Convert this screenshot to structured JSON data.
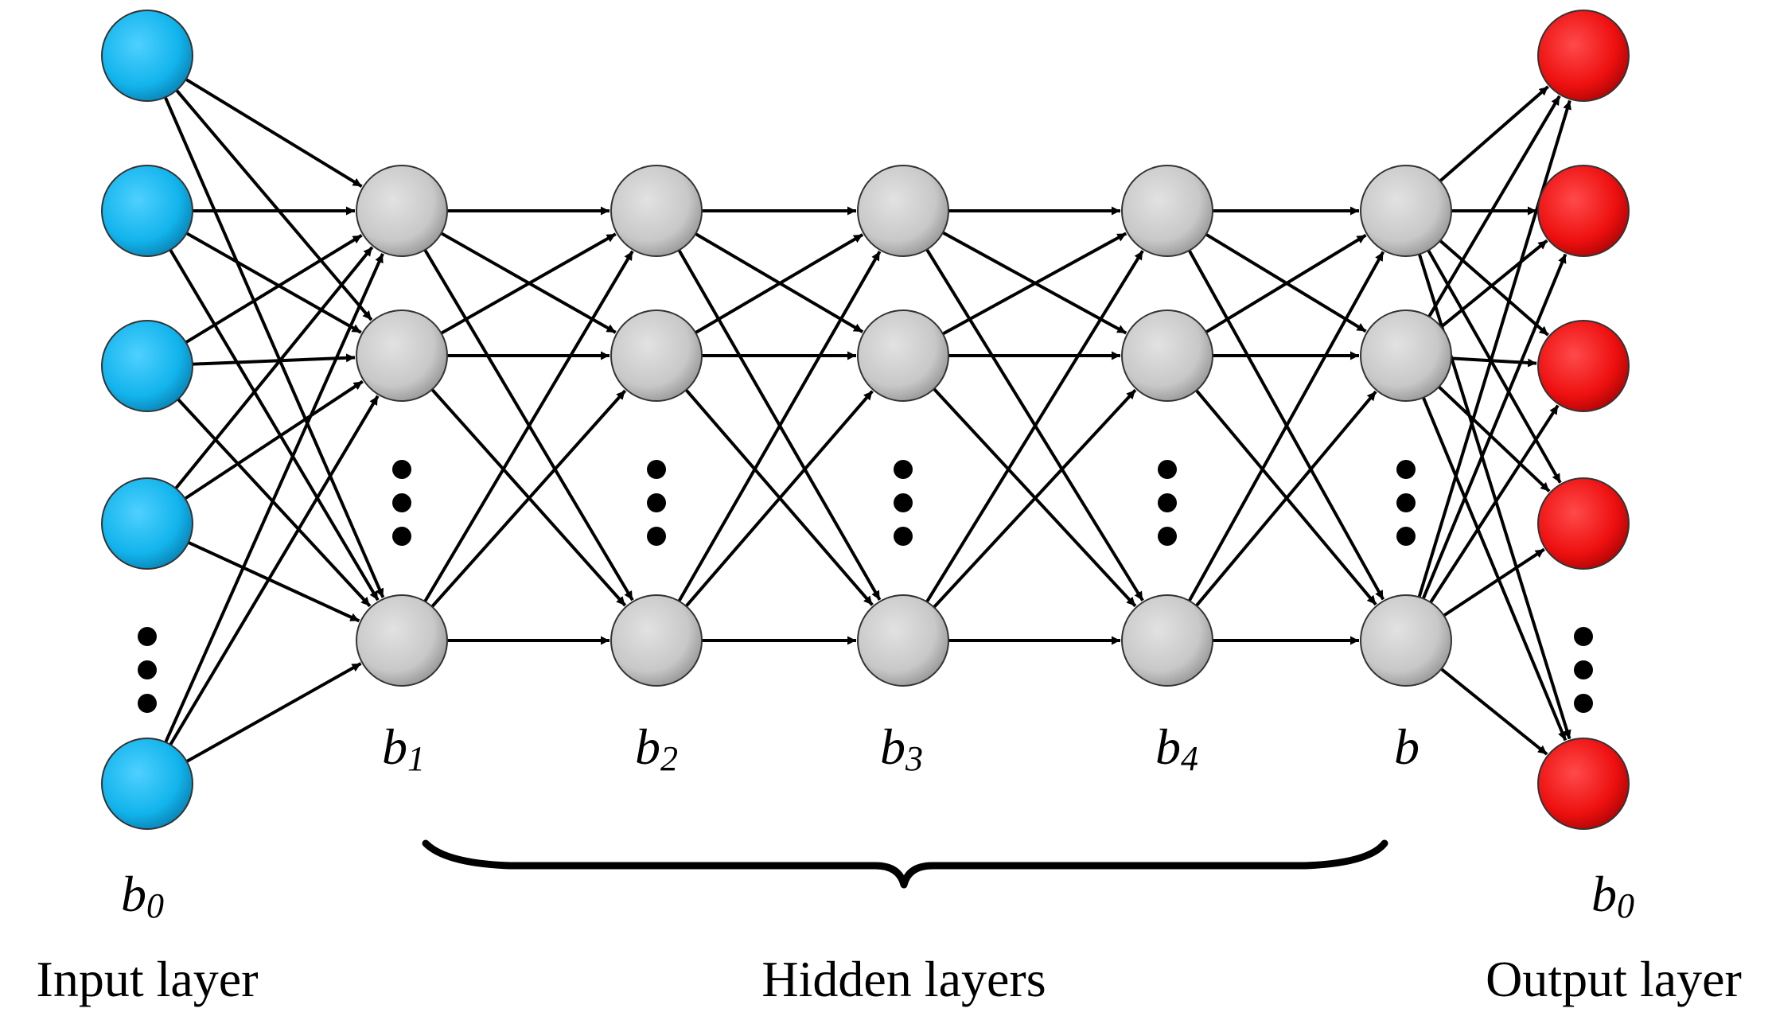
{
  "colors": {
    "input_node": "#12b4ec",
    "hidden_node": "#c8c8c8",
    "output_node": "#ee1010",
    "edge": "#000000"
  },
  "layers": {
    "input": {
      "name": "Input layer",
      "bias": {
        "base": "b",
        "sub": "0"
      }
    },
    "hidden": [
      {
        "bias": {
          "base": "b",
          "sub": "1"
        }
      },
      {
        "bias": {
          "base": "b",
          "sub": "2"
        }
      },
      {
        "bias": {
          "base": "b",
          "sub": "3"
        }
      },
      {
        "bias": {
          "base": "b",
          "sub": "4"
        }
      },
      {
        "bias": {
          "base": "b",
          "sub": ""
        }
      }
    ],
    "hidden_group_name": "Hidden layers",
    "output": {
      "name": "Output layer",
      "bias": {
        "base": "b",
        "sub": "0"
      }
    }
  }
}
